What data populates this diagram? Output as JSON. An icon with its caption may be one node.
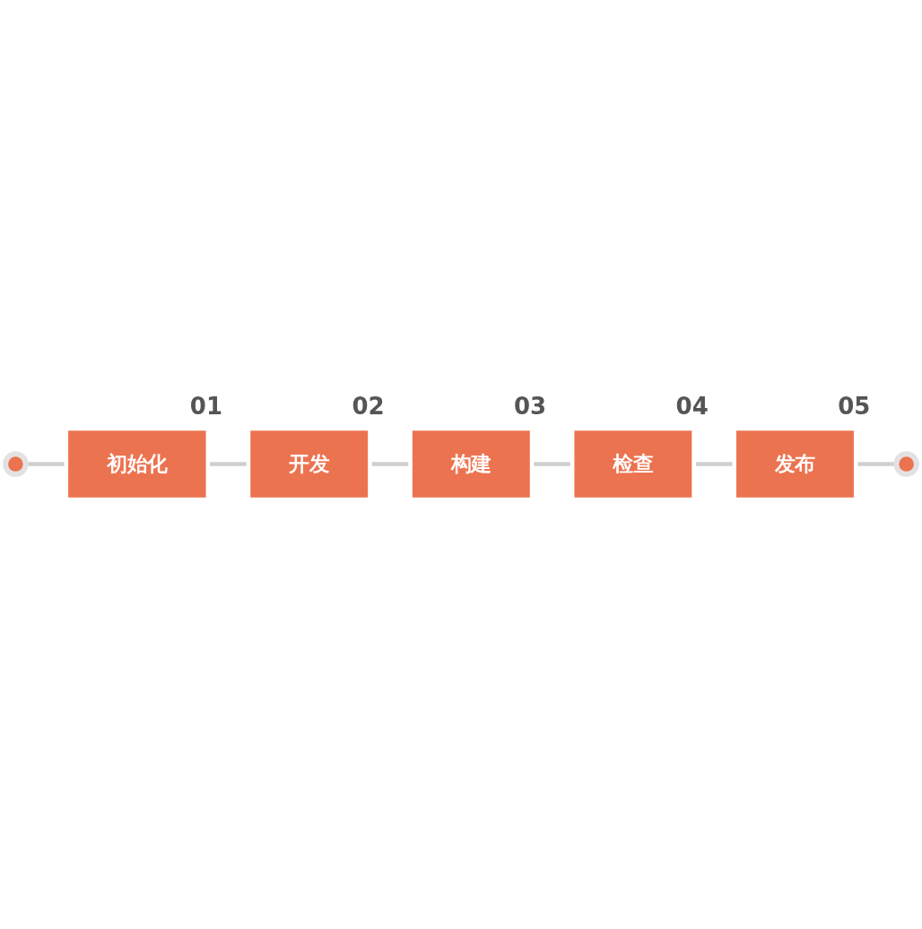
{
  "diagram": {
    "nodes": [
      {
        "text": [],
        "shape": "circle"
      },
      {
        "text": [
          "初始化"
        ],
        "beside": [
          "01"
        ]
      },
      {
        "text": [
          "开发"
        ],
        "beside": [
          "02"
        ]
      },
      {
        "text": [
          "构建"
        ],
        "beside": [
          "03"
        ]
      },
      {
        "text": [
          "检查"
        ],
        "beside": [
          "04"
        ]
      },
      {
        "text": [
          "发布"
        ],
        "beside": [
          "05"
        ]
      },
      {
        "text": [],
        "shape": "circle"
      }
    ],
    "edges": [
      {
        "from": 0,
        "to": 1,
        "arrow": "none"
      },
      {
        "from": 1,
        "to": 2,
        "arrow": "none"
      },
      {
        "from": 2,
        "to": 3,
        "arrow": "none"
      },
      {
        "from": 3,
        "to": 4,
        "arrow": "none"
      },
      {
        "from": 4,
        "to": 5,
        "arrow": "none"
      },
      {
        "from": 5,
        "to": 6,
        "arrow": "none"
      }
    ]
  }
}
